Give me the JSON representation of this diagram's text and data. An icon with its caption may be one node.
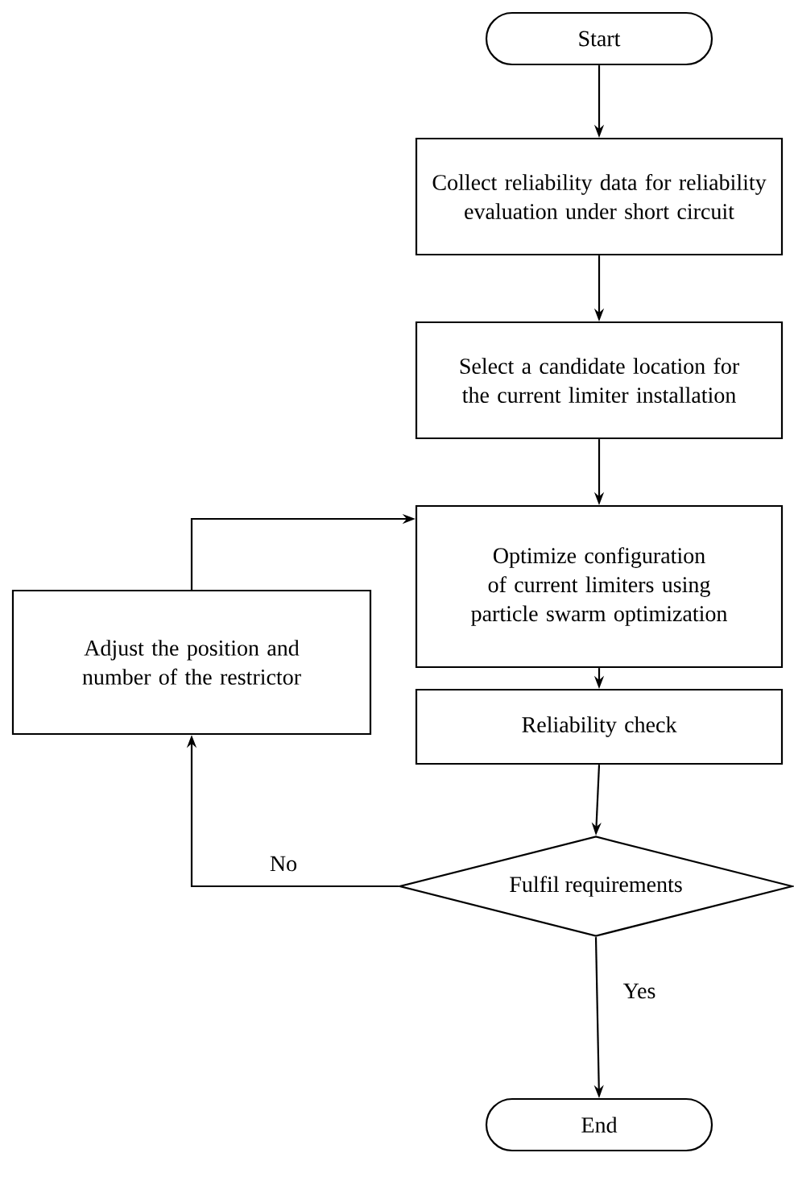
{
  "diagram": {
    "nodes": [
      {
        "text": [
          "Start"
        ]
      },
      {
        "text": [
          "Collect reliability data for reliability evaluation under short circuit"
        ]
      },
      {
        "text": [
          "Select a candidate location for the current limiter installation"
        ]
      },
      {
        "text": [
          "Optimize configuration of current limiters using particle swarm optimization"
        ]
      },
      {
        "text": [
          "Adjust the position and number of the restrictor"
        ]
      },
      {
        "text": [
          "Reliability check"
        ]
      },
      {
        "text": [
          "Fulfil requirements"
        ]
      },
      {
        "text": [
          "End"
        ]
      }
    ],
    "edges": [
      {
        "from": 0,
        "to": 1,
        "arrow": "to"
      },
      {
        "from": 1,
        "to": 2,
        "arrow": "to"
      },
      {
        "from": 2,
        "to": 3,
        "arrow": "to"
      },
      {
        "from": 3,
        "to": 5,
        "arrow": "to"
      },
      {
        "from": 5,
        "to": 6,
        "arrow": "to"
      },
      {
        "from": 6,
        "to": 4,
        "arrow": "to",
        "label": "No"
      },
      {
        "from": 4,
        "to": 3,
        "arrow": "to"
      },
      {
        "from": 6,
        "to": 7,
        "arrow": "to",
        "label": "Yes"
      }
    ]
  }
}
